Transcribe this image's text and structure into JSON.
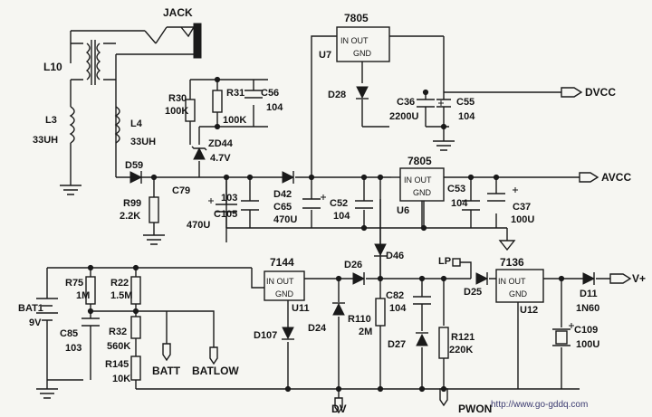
{
  "labels": {
    "jack": "JACK",
    "l10": "L10",
    "l3": "L3",
    "l3_val": "33UH",
    "l4": "L4",
    "l4_val": "33UH",
    "d59": "D59",
    "r99": "R99",
    "r99_val": "2.2K",
    "r30": "R30",
    "r30_val": "100K",
    "r31": "R31",
    "r31_val": "100K",
    "c56": "C56",
    "c56_val": "104",
    "zd44": "ZD44",
    "zd44_val": "4.7V",
    "c79": "C79",
    "c79_val": "470U",
    "c103": "103",
    "c105": "C105",
    "d42": "D42",
    "c65": "C65",
    "c65_val": "470U",
    "c52": "C52",
    "c52_val": "104",
    "u7_chip": "7805",
    "u7": "U7",
    "d28": "D28",
    "c36": "C36",
    "c36_val": "2200U",
    "c55": "C55",
    "c55_val": "104",
    "dvcc": "DVCC",
    "u6_chip": "7805",
    "u6": "U6",
    "c53": "C53",
    "c53_val": "104",
    "c37": "C37",
    "c37_val": "100U",
    "avcc": "AVCC",
    "r75": "R75",
    "r75_val": "1M",
    "r22": "R22",
    "r22_val": "1.5M",
    "bat1": "BAT1",
    "bat1_val": "9V",
    "c85": "C85",
    "c85_val": "103",
    "r32": "R32",
    "r32_val": "560K",
    "r145": "R145",
    "r145_val": "10K",
    "batt": "BATT",
    "batlow": "BATLOW",
    "u11_chip": "7144",
    "u11": "U11",
    "d107": "D107",
    "d24": "D24",
    "dv": "DV",
    "d26": "D26",
    "d46": "D46",
    "r110": "R110",
    "r110_val": "2M",
    "c82": "C82",
    "c82_val": "104",
    "d27": "D27",
    "r121": "R121",
    "r121_val": "220K",
    "pwon": "PWON",
    "lp": "LP",
    "d25": "D25",
    "u12_chip": "7136",
    "u12": "U12",
    "d11": "D11",
    "d11_val": "1N60",
    "c109": "C109",
    "c109_val": "100U",
    "vplus": "V+",
    "pin_in_out": "IN OUT",
    "pin_gnd": "GND",
    "url": "http://www.go-gddq.com"
  }
}
